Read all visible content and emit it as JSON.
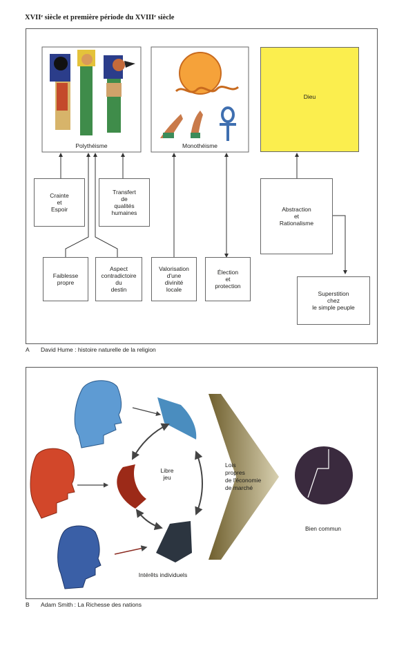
{
  "header": {
    "title": "XVIIᵉ siècle et première période du XVIIIᵉ siècle"
  },
  "figure_a": {
    "letter": "A",
    "caption": "David Hume : histoire naturelle de la religion",
    "polytheisme": "Polythéisme",
    "monotheisme": "Monothéisme",
    "dieu": "Dieu",
    "crainte": "Crainte\net\nEspoir",
    "transfert": "Transfert\nde\nqualités\nhumaines",
    "abstraction": "Abstraction\net\nRationalisme",
    "faiblesse": "Faiblesse\npropre",
    "aspect": "Aspect\ncontradictoire\ndu\ndestin",
    "valorisation": "Valorisation\nd'une\ndivinité\nlocale",
    "election": "Élection\net\nprotection",
    "superstition": "Superstition\nchez\nle simple peuple",
    "colors": {
      "dieu": "#fbee4e",
      "sun": "#f5a23a",
      "hands": "#c97a4a",
      "ankh": "#3f6fb0"
    }
  },
  "figure_b": {
    "letter": "B",
    "caption": "Adam Smith : La Richesse des nations",
    "libre_jeu": "Libre\njeu",
    "lois": "Lois\npropres\nde l'économie\nde marché",
    "bien_commun": "Bien commun",
    "interets": "Intérêts individuels",
    "colors": {
      "blue_head": "#5e9bd3",
      "red_head": "#d2472a",
      "navy_head": "#3a5fa6",
      "blue_shape": "#4a8dbf",
      "red_shape": "#9c2a18",
      "dark_shape": "#2c3540",
      "arrow": "#9e8d52",
      "circle": "#3a2a3e"
    }
  }
}
